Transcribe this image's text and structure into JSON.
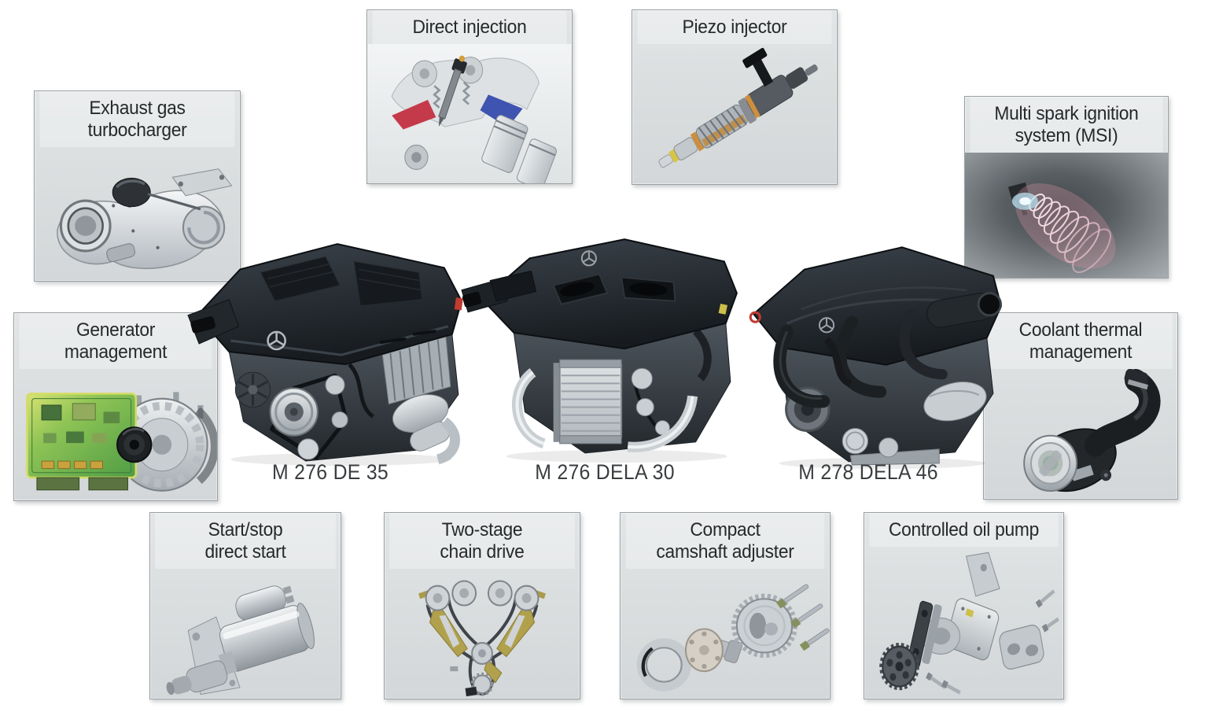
{
  "diagram": {
    "description_labels_only": true,
    "colors": {
      "page_background": "#ffffff",
      "box_background_top": "#e2e5e6",
      "box_background_bottom": "#d3d7d9",
      "box_title_strip": "#e7e9ea",
      "box_border": "#9aa0a4",
      "title_text": "#26292b",
      "engine_label_text": "#393d3f",
      "injection_red": "#c53a4b",
      "injection_blue": "#3f53b0",
      "chain_rail_gold": "#b2a14c",
      "pcb_green": "#6fae4e",
      "spark_pink": "#d892a2",
      "spark_blue": "#b9e2f2"
    }
  },
  "callouts": [
    {
      "id": "exhaust-gas-turbocharger",
      "label_lines": [
        "Exhaust gas",
        "turbocharger"
      ]
    },
    {
      "id": "generator-management",
      "label_lines": [
        "Generator",
        "management"
      ]
    },
    {
      "id": "direct-injection",
      "label_lines": [
        "Direct injection"
      ]
    },
    {
      "id": "piezo-injector",
      "label_lines": [
        "Piezo injector"
      ]
    },
    {
      "id": "multi-spark-ignition",
      "label_lines": [
        "Multi spark ignition",
        "system (MSI)"
      ]
    },
    {
      "id": "coolant-thermal-management",
      "label_lines": [
        "Coolant thermal",
        "management"
      ]
    },
    {
      "id": "start-stop-direct-start",
      "label_lines": [
        "Start/stop",
        "direct start"
      ]
    },
    {
      "id": "two-stage-chain-drive",
      "label_lines": [
        "Two-stage",
        "chain drive"
      ]
    },
    {
      "id": "compact-camshaft-adjuster",
      "label_lines": [
        "Compact",
        "camshaft adjuster"
      ]
    },
    {
      "id": "controlled-oil-pump",
      "label_lines": [
        "Controlled oil pump"
      ]
    }
  ],
  "engines": [
    {
      "label": "M 276 DE 35"
    },
    {
      "label": "M 276 DELA 30"
    },
    {
      "label": "M 278 DELA 46"
    }
  ]
}
